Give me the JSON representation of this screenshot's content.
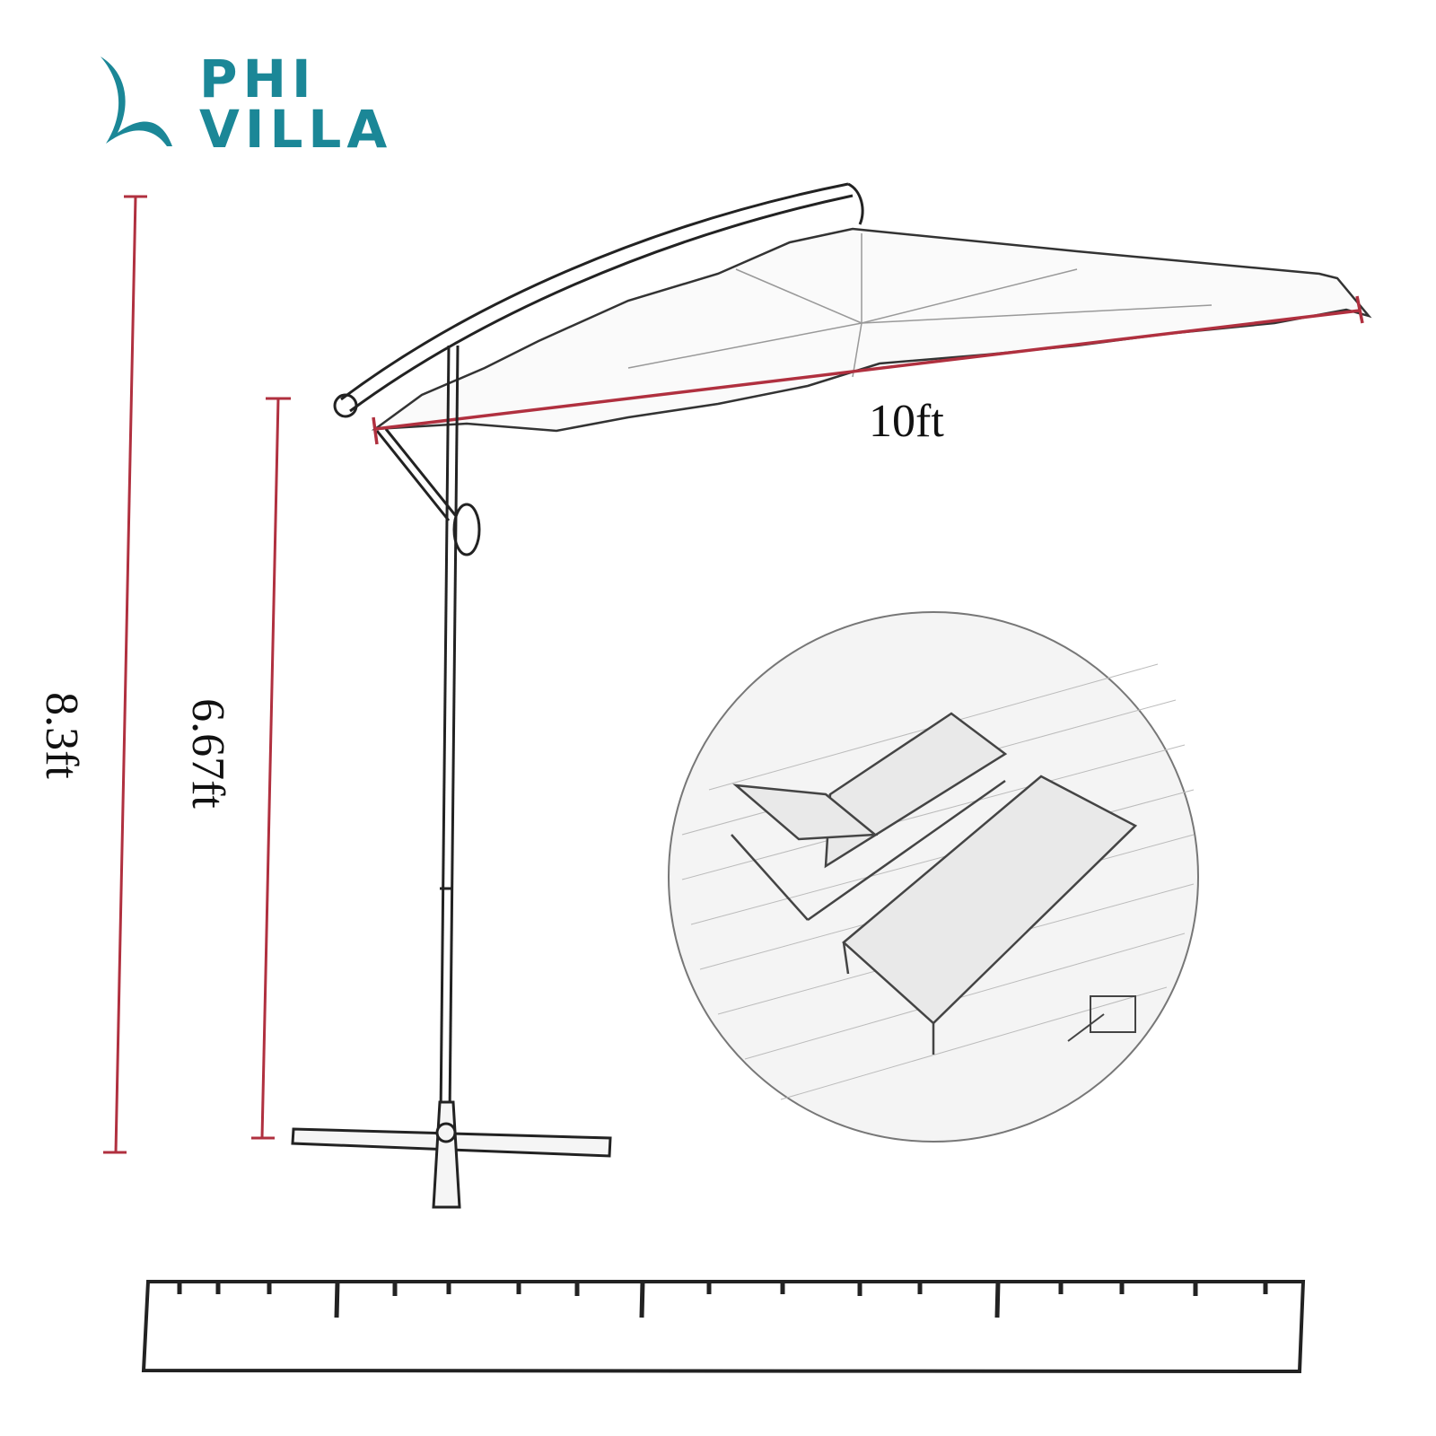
{
  "logo": {
    "line1": "PHI",
    "line2": "VILLA",
    "color": "#1b8797"
  },
  "dimensions": {
    "total_height": "8.3ft",
    "clearance_height": "6.67ft",
    "canopy_diameter": "10ft",
    "line_color": "#b0303f"
  }
}
